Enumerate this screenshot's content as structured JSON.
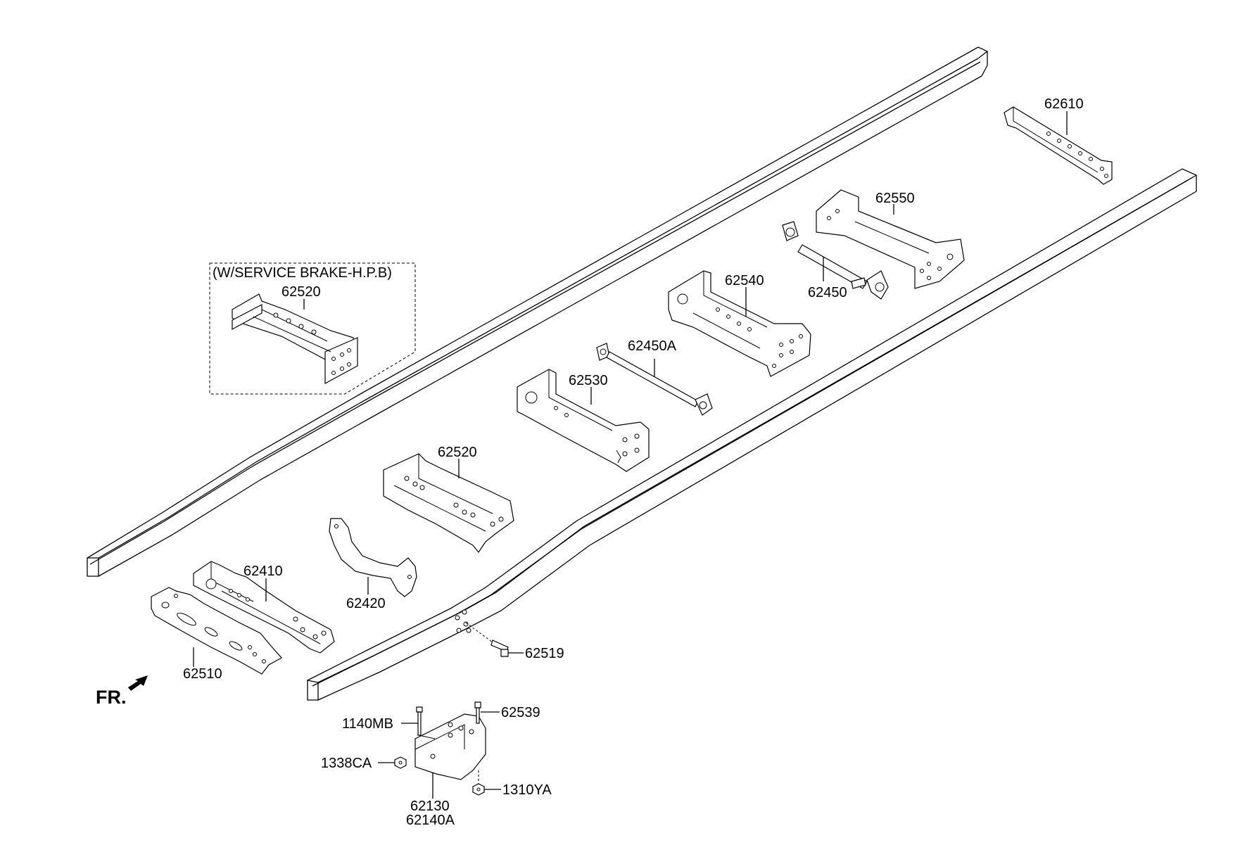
{
  "diagram": {
    "note": "(W/SERVICE BRAKE-H.P.B)",
    "direction_label": "FR.",
    "labels": {
      "p62520_hpb": "62520",
      "p62610": "62610",
      "p62550": "62550",
      "p62540": "62540",
      "p62450": "62450",
      "p62450A": "62450A",
      "p62530": "62530",
      "p62520": "62520",
      "p62410": "62410",
      "p62420": "62420",
      "p62510": "62510",
      "p62519": "62519",
      "p1140MB": "1140MB",
      "p62539": "62539",
      "p1338CA": "1338CA",
      "p1310YA": "1310YA",
      "p62130": "62130",
      "p62140A": "62140A"
    }
  }
}
